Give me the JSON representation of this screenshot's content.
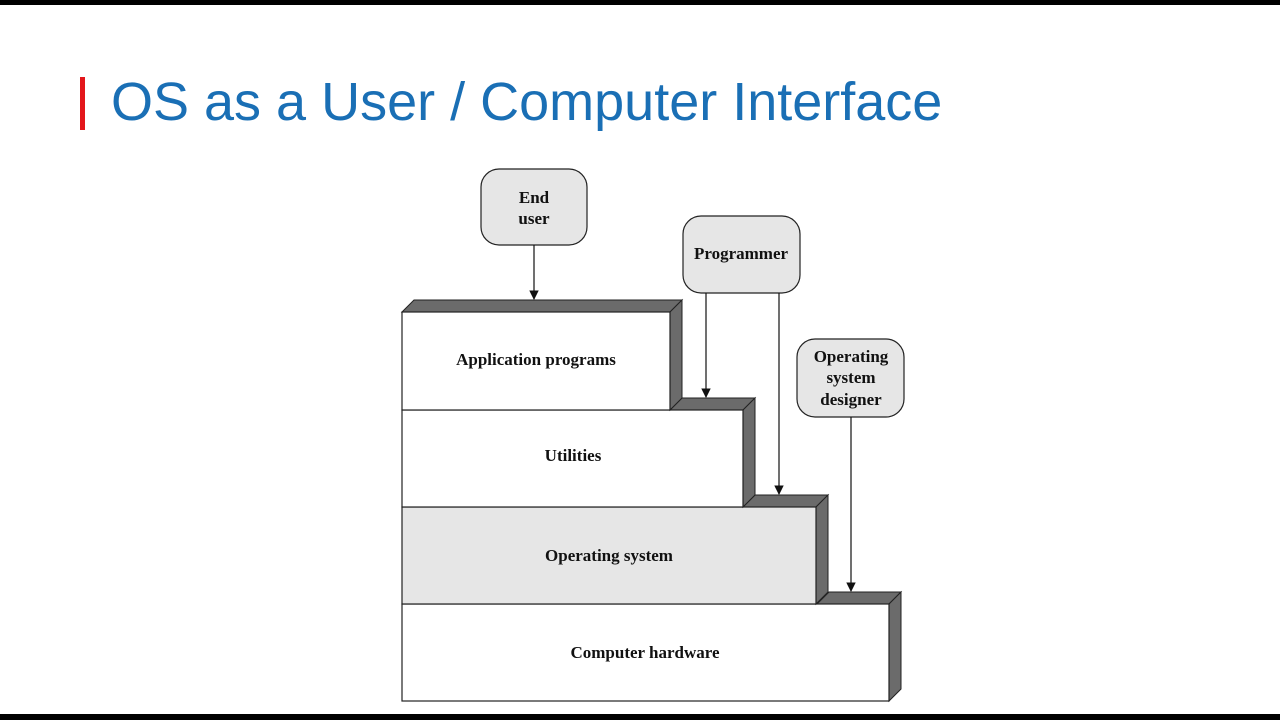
{
  "slide": {
    "title_light": "OS as a ",
    "title_emphasis": "User / Computer Interface",
    "accent_color": "#e3161b",
    "title_color": "#1a6fb5"
  },
  "diagram": {
    "actors": {
      "end_user": [
        "End",
        "user"
      ],
      "programmer": [
        "Programmer"
      ],
      "os_designer": [
        "Operating",
        "system",
        "designer"
      ]
    },
    "layers": {
      "application_programs": "Application programs",
      "utilities": "Utilities",
      "operating_system": "Operating system",
      "computer_hardware": "Computer hardware"
    }
  }
}
